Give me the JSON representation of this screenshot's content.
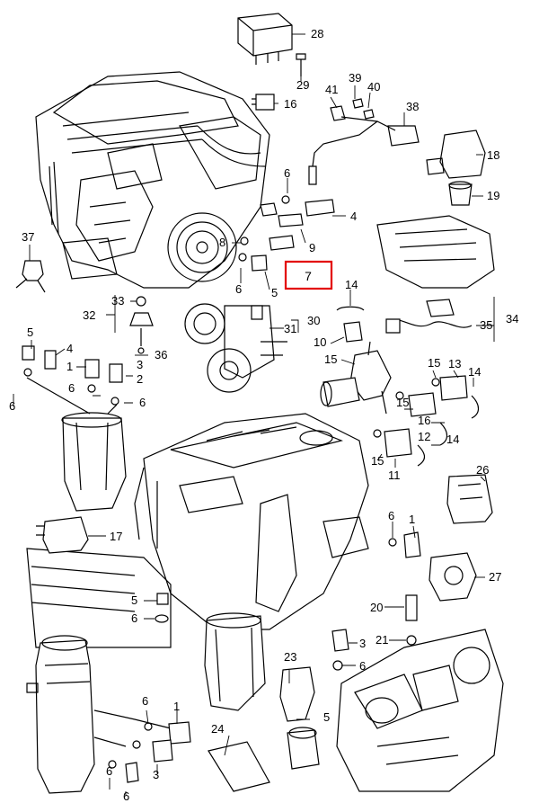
{
  "highlight": {
    "label": "7",
    "color": "#e30000"
  },
  "callouts": [
    "28",
    "29",
    "16",
    "39",
    "40",
    "41",
    "38",
    "18",
    "19",
    "6",
    "4",
    "9",
    "8",
    "6",
    "5",
    "37",
    "14",
    "33",
    "32",
    "31",
    "30",
    "10",
    "15",
    "35",
    "34",
    "5",
    "4",
    "1",
    "3",
    "2",
    "6",
    "6",
    "6",
    "36",
    "15",
    "13",
    "14",
    "15",
    "16",
    "12",
    "14",
    "11",
    "15",
    "26",
    "6",
    "1",
    "17",
    "27",
    "5",
    "6",
    "20",
    "21",
    "3",
    "6",
    "23",
    "6",
    "1",
    "24",
    "3",
    "6",
    "5",
    "6"
  ]
}
